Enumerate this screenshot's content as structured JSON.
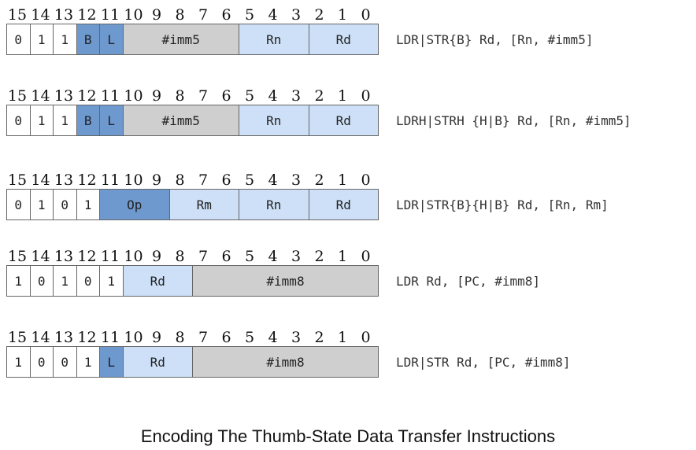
{
  "colors": {
    "plain": "#ffffff",
    "flag": "#6d99cf",
    "register": "#cde0f7",
    "immediate": "#cfcfcf",
    "border": "#666666"
  },
  "bit_labels": [
    "15",
    "14",
    "13",
    "12",
    "11",
    "10",
    "9",
    "8",
    "7",
    "6",
    "5",
    "4",
    "3",
    "2",
    "1",
    "0"
  ],
  "encodings": [
    {
      "syntax": "LDR|STR{B} Rd, [Rn, #imm5]",
      "fields": [
        {
          "label": "0",
          "bits": 1,
          "kind": "plain"
        },
        {
          "label": "1",
          "bits": 1,
          "kind": "plain"
        },
        {
          "label": "1",
          "bits": 1,
          "kind": "plain"
        },
        {
          "label": "B",
          "bits": 1,
          "kind": "flag"
        },
        {
          "label": "L",
          "bits": 1,
          "kind": "flag"
        },
        {
          "label": "#imm5",
          "bits": 5,
          "kind": "immediate"
        },
        {
          "label": "Rn",
          "bits": 3,
          "kind": "register"
        },
        {
          "label": "Rd",
          "bits": 3,
          "kind": "register"
        }
      ]
    },
    {
      "syntax": "LDRH|STRH {H|B} Rd, [Rn, #imm5]",
      "fields": [
        {
          "label": "0",
          "bits": 1,
          "kind": "plain"
        },
        {
          "label": "1",
          "bits": 1,
          "kind": "plain"
        },
        {
          "label": "1",
          "bits": 1,
          "kind": "plain"
        },
        {
          "label": "B",
          "bits": 1,
          "kind": "flag"
        },
        {
          "label": "L",
          "bits": 1,
          "kind": "flag"
        },
        {
          "label": "#imm5",
          "bits": 5,
          "kind": "immediate"
        },
        {
          "label": "Rn",
          "bits": 3,
          "kind": "register"
        },
        {
          "label": "Rd",
          "bits": 3,
          "kind": "register"
        }
      ]
    },
    {
      "syntax": "LDR|STR{B}{H|B} Rd, [Rn, Rm]",
      "fields": [
        {
          "label": "0",
          "bits": 1,
          "kind": "plain"
        },
        {
          "label": "1",
          "bits": 1,
          "kind": "plain"
        },
        {
          "label": "0",
          "bits": 1,
          "kind": "plain"
        },
        {
          "label": "1",
          "bits": 1,
          "kind": "plain"
        },
        {
          "label": "Op",
          "bits": 3,
          "kind": "flag"
        },
        {
          "label": "Rm",
          "bits": 3,
          "kind": "register"
        },
        {
          "label": "Rn",
          "bits": 3,
          "kind": "register"
        },
        {
          "label": "Rd",
          "bits": 3,
          "kind": "register"
        }
      ]
    },
    {
      "syntax": "LDR Rd, [PC, #imm8]",
      "fields": [
        {
          "label": "1",
          "bits": 1,
          "kind": "plain"
        },
        {
          "label": "0",
          "bits": 1,
          "kind": "plain"
        },
        {
          "label": "1",
          "bits": 1,
          "kind": "plain"
        },
        {
          "label": "0",
          "bits": 1,
          "kind": "plain"
        },
        {
          "label": "1",
          "bits": 1,
          "kind": "plain"
        },
        {
          "label": "Rd",
          "bits": 3,
          "kind": "register"
        },
        {
          "label": "#imm8",
          "bits": 8,
          "kind": "immediate"
        }
      ]
    },
    {
      "syntax": "LDR|STR Rd, [PC, #imm8]",
      "fields": [
        {
          "label": "1",
          "bits": 1,
          "kind": "plain"
        },
        {
          "label": "0",
          "bits": 1,
          "kind": "plain"
        },
        {
          "label": "0",
          "bits": 1,
          "kind": "plain"
        },
        {
          "label": "1",
          "bits": 1,
          "kind": "plain"
        },
        {
          "label": "L",
          "bits": 1,
          "kind": "flag"
        },
        {
          "label": "Rd",
          "bits": 3,
          "kind": "register"
        },
        {
          "label": "#imm8",
          "bits": 8,
          "kind": "immediate"
        }
      ]
    }
  ],
  "caption": "Encoding The Thumb-State Data Transfer Instructions"
}
